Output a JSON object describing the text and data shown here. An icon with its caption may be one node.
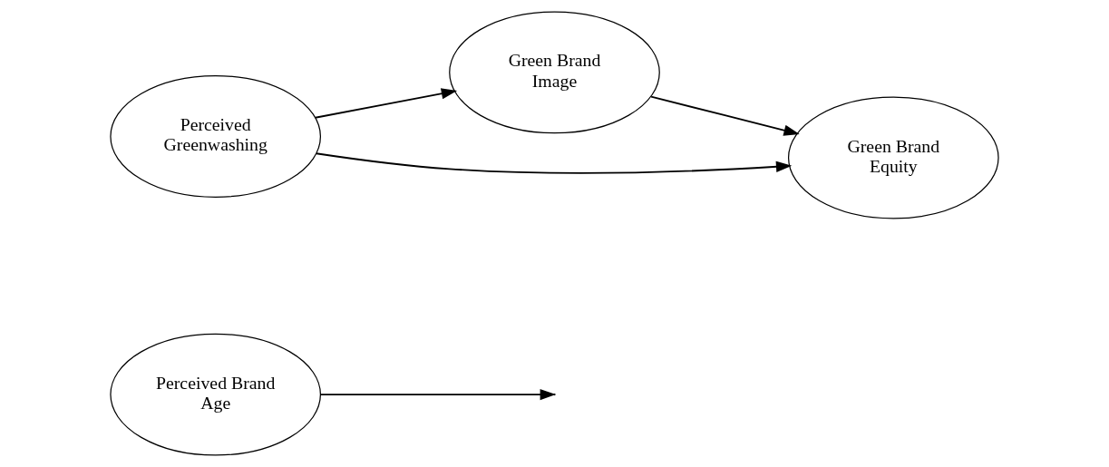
{
  "diagram": {
    "nodes": [
      {
        "text": [
          "Perceived Brand Age"
        ]
      },
      {
        "text": [
          "Green Brand Image"
        ]
      },
      {
        "text": [
          "Perceived Greenwashing"
        ]
      },
      {
        "text": [
          "Green Brand Equity"
        ]
      }
    ],
    "edges": [
      {
        "from": 2,
        "to": 1,
        "arrow": "to"
      },
      {
        "from": 1,
        "to": 3,
        "arrow": "to"
      },
      {
        "from": 2,
        "to": 3,
        "arrow": "to"
      },
      {
        "from": 0,
        "to": null,
        "arrow": "to"
      }
    ]
  }
}
